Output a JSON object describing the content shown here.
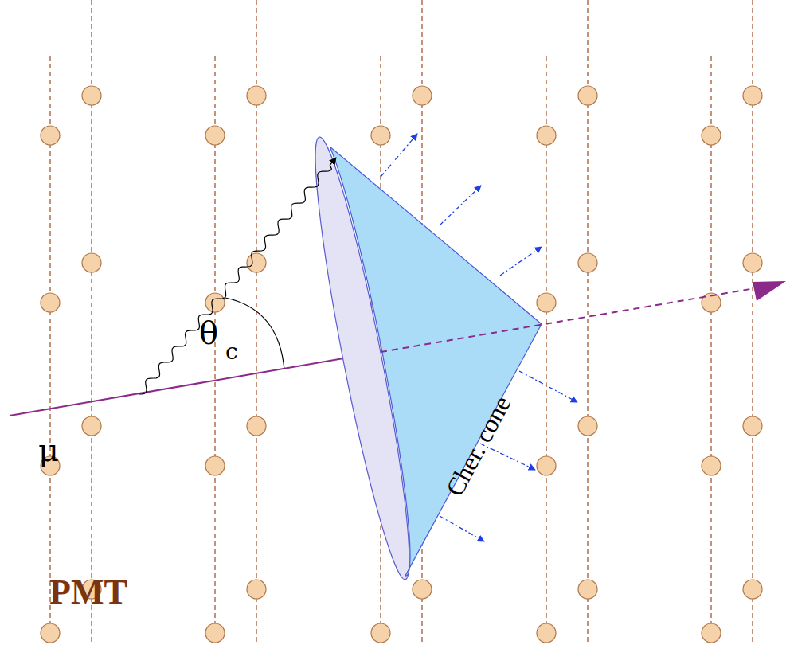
{
  "diagram": {
    "labels": [
      "θ",
      "c",
      "μ",
      "Cher. cone",
      "PMT"
    ]
  }
}
